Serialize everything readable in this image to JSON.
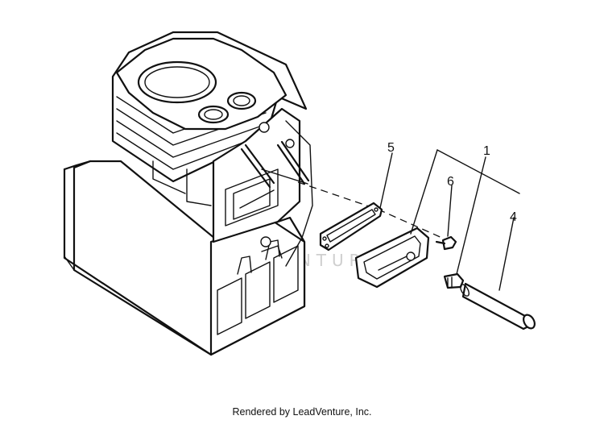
{
  "callouts": {
    "c1": "1",
    "c4": "4",
    "c5": "5",
    "c6": "6"
  },
  "credit": "Rendered by LeadVenture, Inc.",
  "watermark": "LEADVENTURE"
}
